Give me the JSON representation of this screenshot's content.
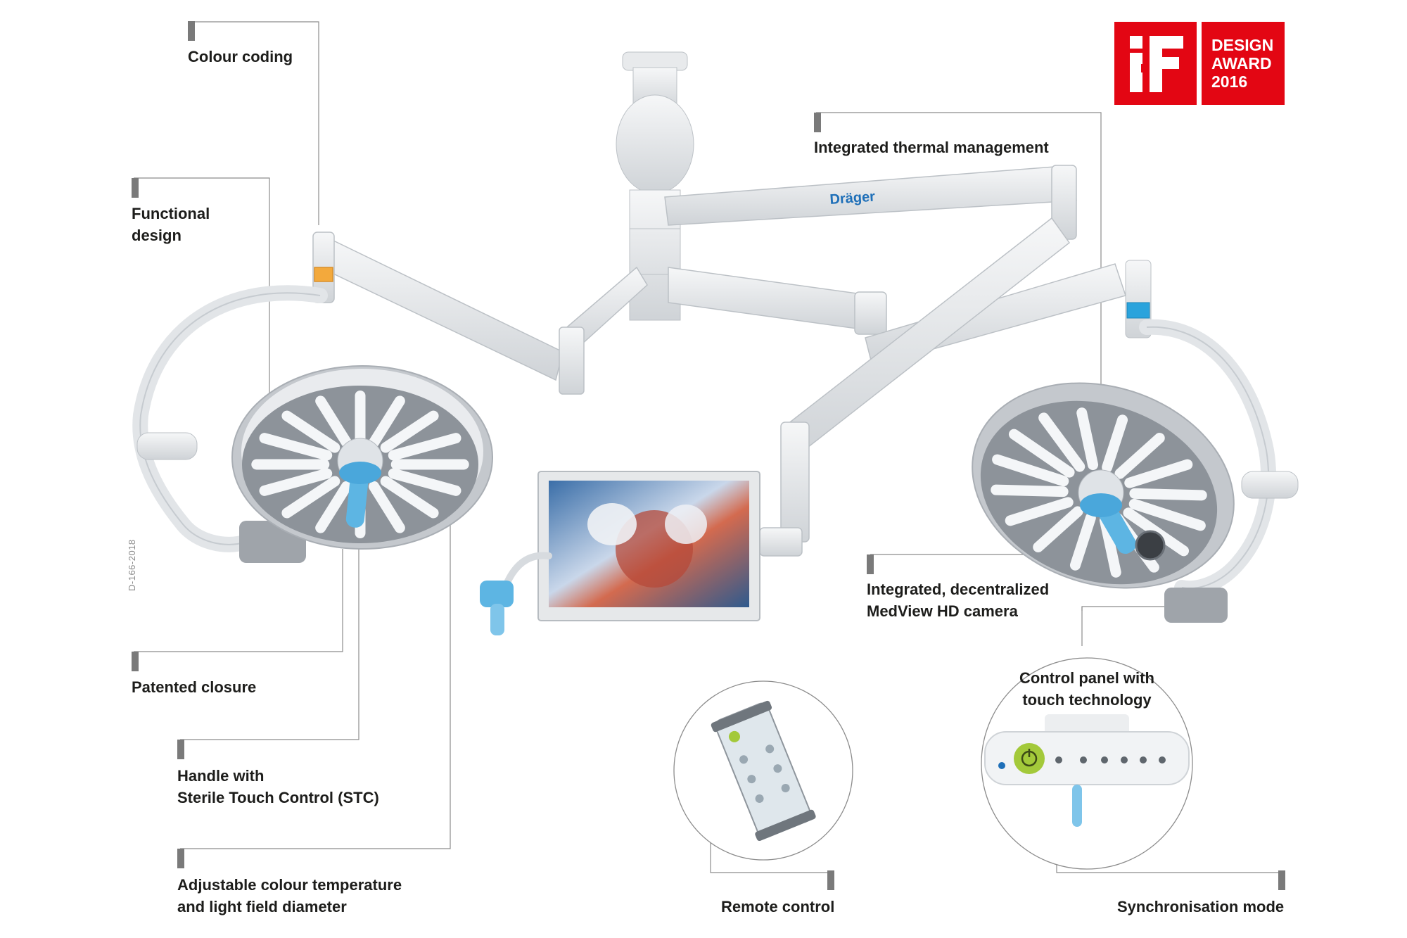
{
  "labels": {
    "colour_coding": "Colour coding",
    "functional_design": [
      "Functional",
      "design"
    ],
    "integrated_thermal": "Integrated thermal management",
    "camera": [
      "Integrated, decentralized",
      "MedView HD camera"
    ],
    "patented_closure": "Patented closure",
    "control_panel": [
      "Control panel with",
      "touch technology"
    ],
    "handle": [
      "Handle with",
      "Sterile Touch Control (STC)"
    ],
    "adjustable": [
      "Adjustable colour temperature",
      "and light field diameter"
    ],
    "remote_control": "Remote control",
    "sync_mode": "Synchronisation mode"
  },
  "award": {
    "logo_text": "iF",
    "lines": [
      "DESIGN",
      "AWARD",
      "2016"
    ]
  },
  "brand": "Dräger",
  "doc_id": "D-166-2018",
  "colors": {
    "award_red": "#e30613",
    "leader_line": "#8c8c8c",
    "marker": "#7a7a7a",
    "accent_orange": "#f3a93c",
    "accent_blue": "#2aa3dc",
    "handle_blue": "#5db5e3",
    "power_green": "#a3c93a",
    "brand_blue": "#1e6fb8"
  }
}
